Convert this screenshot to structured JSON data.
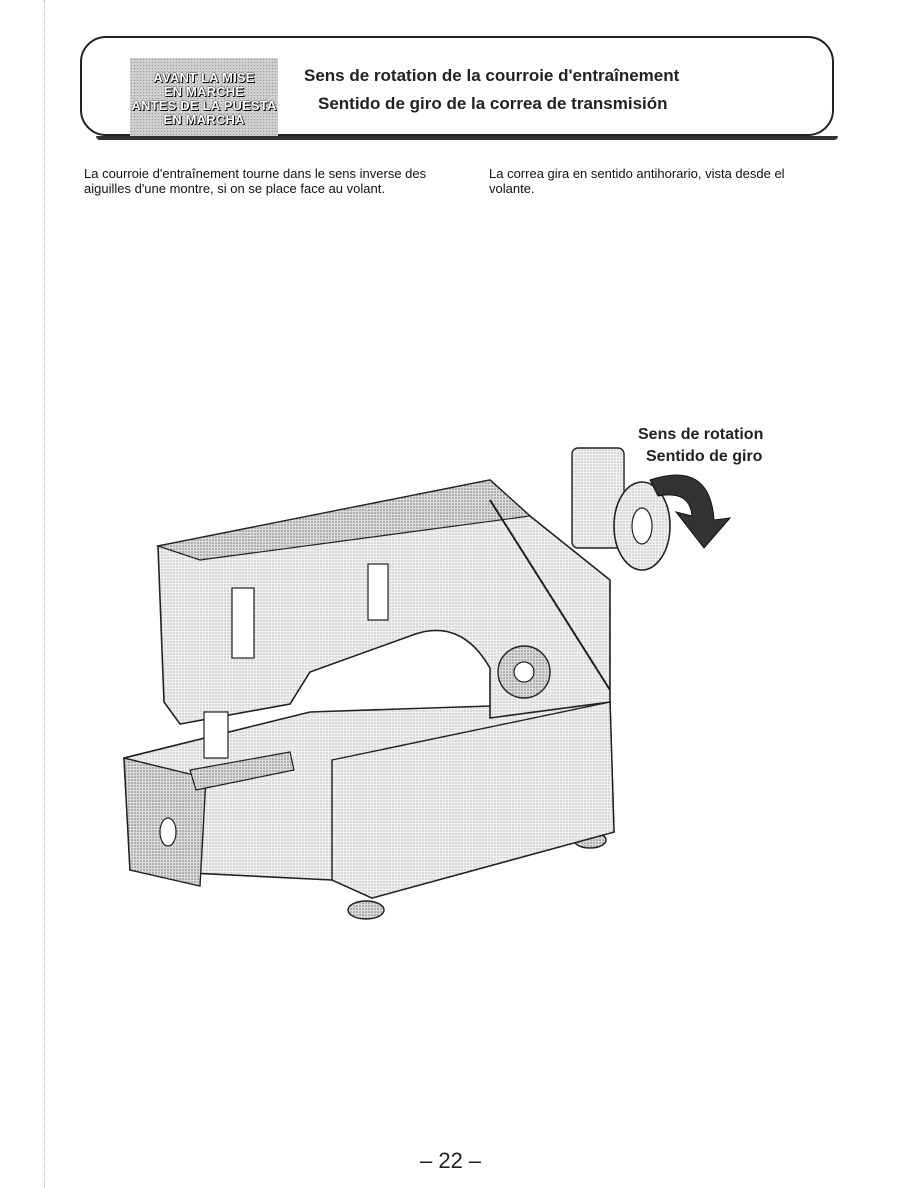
{
  "header": {
    "badge_lines": [
      "AVANT LA MISE",
      "EN MARCHE",
      "ANTES DE LA PUESTA",
      "EN MARCHA"
    ],
    "title_fr": "Sens de rotation de la courroie d'entraînement",
    "title_es": "Sentido de giro de la correa de transmisión"
  },
  "body": {
    "fr_text": "La courroie d'entraînement tourne dans le sens inverse des aiguilles d'une montre, si on se place face au volant.",
    "es_text": "La correa gira en sentido antihorario, vista desde el volante."
  },
  "figure": {
    "callout_fr": "Sens de rotation",
    "callout_es": "Sentido de giro"
  },
  "footer": {
    "page_number": "– 22 –"
  }
}
